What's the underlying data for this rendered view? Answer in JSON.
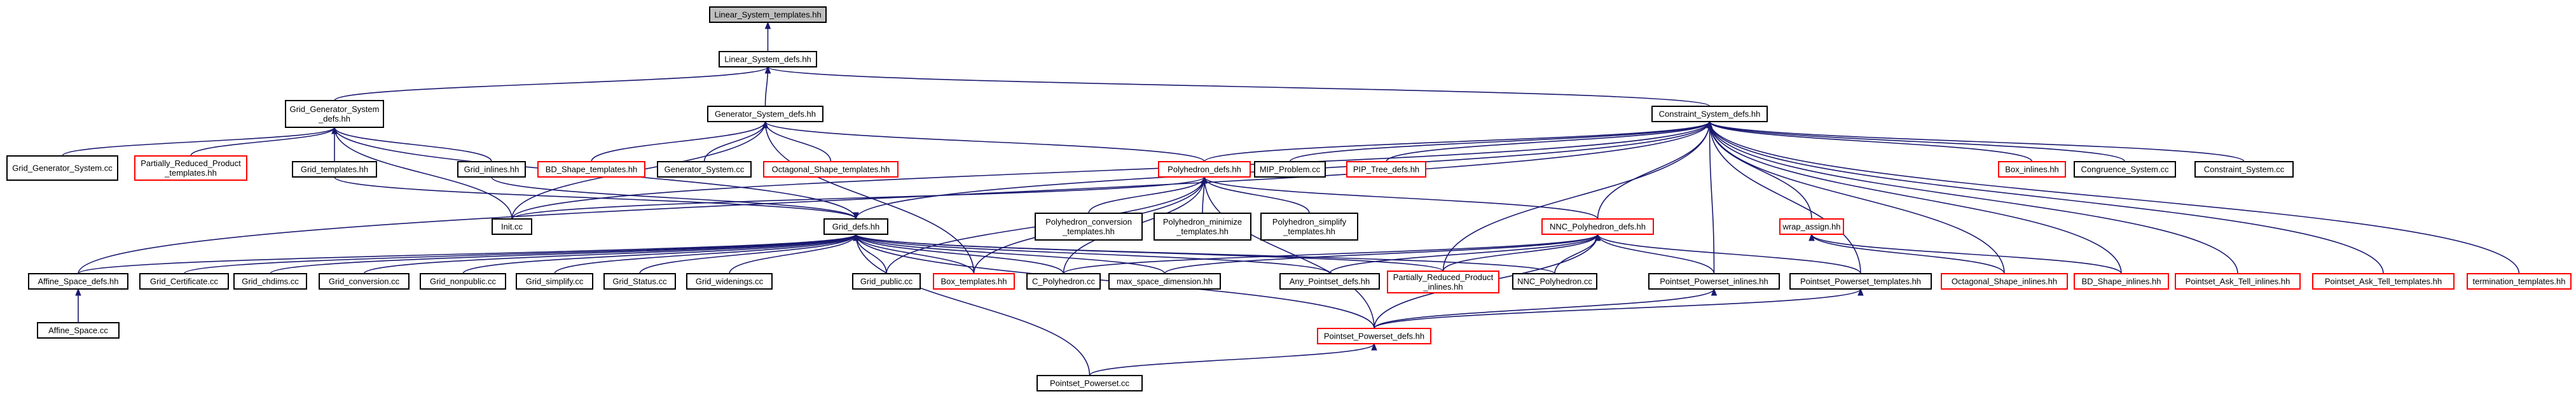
{
  "graph": {
    "colors": {
      "edge": "#191970",
      "border_default": "#000000",
      "border_missing": "#ff0000",
      "fill_default": "#ffffff",
      "fill_highlight": "#bfbfbf",
      "text": "#000000"
    },
    "nodes": [
      {
        "id": "n_linear_templates",
        "lines": [
          "Linear_System_templates.hh"
        ],
        "style": "highlight"
      },
      {
        "id": "n_linear_defs",
        "lines": [
          "Linear_System_defs.hh"
        ],
        "style": "default"
      },
      {
        "id": "n_grid_gen_sys",
        "lines": [
          "Grid_Generator_System",
          "_defs.hh"
        ],
        "style": "default"
      },
      {
        "id": "n_gen_sys_defs",
        "lines": [
          "Generator_System_defs.hh"
        ],
        "style": "default"
      },
      {
        "id": "n_con_sys_defs",
        "lines": [
          "Constraint_System_defs.hh"
        ],
        "style": "default"
      },
      {
        "id": "n_grid_gen_sys_cc",
        "lines": [
          "Grid_Generator_System.cc"
        ],
        "style": "default"
      },
      {
        "id": "n_prp_templates",
        "lines": [
          "Partially_Reduced_Product",
          "_templates.hh"
        ],
        "style": "missing"
      },
      {
        "id": "n_grid_templates",
        "lines": [
          "Grid_templates.hh"
        ],
        "style": "default"
      },
      {
        "id": "n_grid_inlines",
        "lines": [
          "Grid_inlines.hh"
        ],
        "style": "default"
      },
      {
        "id": "n_bd_shape_templates",
        "lines": [
          "BD_Shape_templates.hh"
        ],
        "style": "missing"
      },
      {
        "id": "n_gen_sys_cc",
        "lines": [
          "Generator_System.cc"
        ],
        "style": "default"
      },
      {
        "id": "n_oct_templates",
        "lines": [
          "Octagonal_Shape_templates.hh"
        ],
        "style": "missing"
      },
      {
        "id": "n_poly_defs",
        "lines": [
          "Polyhedron_defs.hh"
        ],
        "style": "missing"
      },
      {
        "id": "n_mip_problem",
        "lines": [
          "MIP_Problem.cc"
        ],
        "style": "default"
      },
      {
        "id": "n_pip_tree",
        "lines": [
          "PIP_Tree_defs.hh"
        ],
        "style": "missing"
      },
      {
        "id": "n_box_inlines",
        "lines": [
          "Box_inlines.hh"
        ],
        "style": "missing"
      },
      {
        "id": "n_congruence_sys",
        "lines": [
          "Congruence_System.cc"
        ],
        "style": "default"
      },
      {
        "id": "n_con_sys_cc",
        "lines": [
          "Constraint_System.cc"
        ],
        "style": "default"
      },
      {
        "id": "n_poly_conv",
        "lines": [
          "Polyhedron_conversion",
          "_templates.hh"
        ],
        "style": "default"
      },
      {
        "id": "n_poly_min",
        "lines": [
          "Polyhedron_minimize",
          "_templates.hh"
        ],
        "style": "default"
      },
      {
        "id": "n_poly_simp",
        "lines": [
          "Polyhedron_simplify",
          "_templates.hh"
        ],
        "style": "default"
      },
      {
        "id": "n_init_cc",
        "lines": [
          "Init.cc"
        ],
        "style": "default"
      },
      {
        "id": "n_grid_defs",
        "lines": [
          "Grid_defs.hh"
        ],
        "style": "default"
      },
      {
        "id": "n_nnc_defs",
        "lines": [
          "NNC_Polyhedron_defs.hh"
        ],
        "style": "missing"
      },
      {
        "id": "n_wrap_assign",
        "lines": [
          "wrap_assign.hh"
        ],
        "style": "missing"
      },
      {
        "id": "n_affine_space_defs",
        "lines": [
          "Affine_Space_defs.hh"
        ],
        "style": "default"
      },
      {
        "id": "n_grid_certificate",
        "lines": [
          "Grid_Certificate.cc"
        ],
        "style": "default"
      },
      {
        "id": "n_grid_chdims",
        "lines": [
          "Grid_chdims.cc"
        ],
        "style": "default"
      },
      {
        "id": "n_grid_conversion",
        "lines": [
          "Grid_conversion.cc"
        ],
        "style": "default"
      },
      {
        "id": "n_grid_nonpublic",
        "lines": [
          "Grid_nonpublic.cc"
        ],
        "style": "default"
      },
      {
        "id": "n_grid_simplify",
        "lines": [
          "Grid_simplify.cc"
        ],
        "style": "default"
      },
      {
        "id": "n_grid_status",
        "lines": [
          "Grid_Status.cc"
        ],
        "style": "default"
      },
      {
        "id": "n_grid_widenings",
        "lines": [
          "Grid_widenings.cc"
        ],
        "style": "default"
      },
      {
        "id": "n_grid_public",
        "lines": [
          "Grid_public.cc"
        ],
        "style": "default"
      },
      {
        "id": "n_box_templates",
        "lines": [
          "Box_templates.hh"
        ],
        "style": "missing"
      },
      {
        "id": "n_c_polyhedron",
        "lines": [
          "C_Polyhedron.cc"
        ],
        "style": "default"
      },
      {
        "id": "n_max_space",
        "lines": [
          "max_space_dimension.hh"
        ],
        "style": "default"
      },
      {
        "id": "n_any_pointset",
        "lines": [
          "Any_Pointset_defs.hh"
        ],
        "style": "default"
      },
      {
        "id": "n_prp_inlines",
        "lines": [
          "Partially_Reduced_Product",
          "_inlines.hh"
        ],
        "style": "missing"
      },
      {
        "id": "n_nnc_polyhedron",
        "lines": [
          "NNC_Polyhedron.cc"
        ],
        "style": "default"
      },
      {
        "id": "n_ppw_inlines",
        "lines": [
          "Pointset_Powerset_inlines.hh"
        ],
        "style": "default"
      },
      {
        "id": "n_ppw_templates",
        "lines": [
          "Pointset_Powerset_templates.hh"
        ],
        "style": "default"
      },
      {
        "id": "n_oct_inlines",
        "lines": [
          "Octagonal_Shape_inlines.hh"
        ],
        "style": "missing"
      },
      {
        "id": "n_bd_shape_inlines",
        "lines": [
          "BD_Shape_inlines.hh"
        ],
        "style": "missing"
      },
      {
        "id": "n_pat_inlines",
        "lines": [
          "Pointset_Ask_Tell_inlines.hh"
        ],
        "style": "missing"
      },
      {
        "id": "n_pat_templates",
        "lines": [
          "Pointset_Ask_Tell_templates.hh"
        ],
        "style": "missing"
      },
      {
        "id": "n_termination",
        "lines": [
          "termination_templates.hh"
        ],
        "style": "missing"
      },
      {
        "id": "n_affine_space_cc",
        "lines": [
          "Affine_Space.cc"
        ],
        "style": "default"
      },
      {
        "id": "n_ppw_defs",
        "lines": [
          "Pointset_Powerset_defs.hh"
        ],
        "style": "missing"
      },
      {
        "id": "n_ppw_cc",
        "lines": [
          "Pointset_Powerset.cc"
        ],
        "style": "default"
      }
    ],
    "edges": [
      {
        "from": "n_linear_defs",
        "to": "n_linear_templates"
      },
      {
        "from": "n_grid_gen_sys",
        "to": "n_linear_defs"
      },
      {
        "from": "n_gen_sys_defs",
        "to": "n_linear_defs"
      },
      {
        "from": "n_con_sys_defs",
        "to": "n_linear_defs"
      },
      {
        "from": "n_grid_gen_sys_cc",
        "to": "n_grid_gen_sys"
      },
      {
        "from": "n_prp_templates",
        "to": "n_grid_gen_sys"
      },
      {
        "from": "n_grid_templates",
        "to": "n_grid_gen_sys"
      },
      {
        "from": "n_grid_inlines",
        "to": "n_grid_gen_sys"
      },
      {
        "from": "n_init_cc",
        "to": "n_grid_gen_sys"
      },
      {
        "from": "n_grid_defs",
        "to": "n_grid_gen_sys"
      },
      {
        "from": "n_bd_shape_templates",
        "to": "n_gen_sys_defs"
      },
      {
        "from": "n_gen_sys_cc",
        "to": "n_gen_sys_defs"
      },
      {
        "from": "n_oct_templates",
        "to": "n_gen_sys_defs"
      },
      {
        "from": "n_poly_defs",
        "to": "n_gen_sys_defs"
      },
      {
        "from": "n_init_cc",
        "to": "n_gen_sys_defs"
      },
      {
        "from": "n_box_templates",
        "to": "n_gen_sys_defs"
      },
      {
        "from": "n_poly_defs",
        "to": "n_con_sys_defs"
      },
      {
        "from": "n_mip_problem",
        "to": "n_con_sys_defs"
      },
      {
        "from": "n_pip_tree",
        "to": "n_con_sys_defs"
      },
      {
        "from": "n_box_inlines",
        "to": "n_con_sys_defs"
      },
      {
        "from": "n_congruence_sys",
        "to": "n_con_sys_defs"
      },
      {
        "from": "n_con_sys_cc",
        "to": "n_con_sys_defs"
      },
      {
        "from": "n_init_cc",
        "to": "n_con_sys_defs"
      },
      {
        "from": "n_grid_defs",
        "to": "n_con_sys_defs"
      },
      {
        "from": "n_nnc_defs",
        "to": "n_con_sys_defs"
      },
      {
        "from": "n_wrap_assign",
        "to": "n_con_sys_defs"
      },
      {
        "from": "n_affine_space_defs",
        "to": "n_con_sys_defs"
      },
      {
        "from": "n_prp_inlines",
        "to": "n_con_sys_defs"
      },
      {
        "from": "n_ppw_inlines",
        "to": "n_con_sys_defs"
      },
      {
        "from": "n_ppw_templates",
        "to": "n_con_sys_defs"
      },
      {
        "from": "n_oct_inlines",
        "to": "n_con_sys_defs"
      },
      {
        "from": "n_bd_shape_inlines",
        "to": "n_con_sys_defs"
      },
      {
        "from": "n_pat_inlines",
        "to": "n_con_sys_defs"
      },
      {
        "from": "n_pat_templates",
        "to": "n_con_sys_defs"
      },
      {
        "from": "n_termination",
        "to": "n_con_sys_defs"
      },
      {
        "from": "n_grid_templates",
        "to": "n_grid_defs"
      },
      {
        "from": "n_grid_inlines",
        "to": "n_grid_defs"
      },
      {
        "from": "n_poly_conv",
        "to": "n_poly_defs"
      },
      {
        "from": "n_poly_min",
        "to": "n_poly_defs"
      },
      {
        "from": "n_poly_simp",
        "to": "n_poly_defs"
      },
      {
        "from": "n_init_cc",
        "to": "n_poly_defs"
      },
      {
        "from": "n_grid_public",
        "to": "n_poly_defs"
      },
      {
        "from": "n_box_templates",
        "to": "n_poly_defs"
      },
      {
        "from": "n_nnc_defs",
        "to": "n_poly_defs"
      },
      {
        "from": "n_ppw_defs",
        "to": "n_poly_defs"
      },
      {
        "from": "n_c_polyhedron",
        "to": "n_poly_defs"
      },
      {
        "from": "n_affine_space_defs",
        "to": "n_grid_defs"
      },
      {
        "from": "n_grid_certificate",
        "to": "n_grid_defs"
      },
      {
        "from": "n_grid_chdims",
        "to": "n_grid_defs"
      },
      {
        "from": "n_grid_conversion",
        "to": "n_grid_defs"
      },
      {
        "from": "n_grid_nonpublic",
        "to": "n_grid_defs"
      },
      {
        "from": "n_grid_simplify",
        "to": "n_grid_defs"
      },
      {
        "from": "n_grid_status",
        "to": "n_grid_defs"
      },
      {
        "from": "n_grid_widenings",
        "to": "n_grid_defs"
      },
      {
        "from": "n_grid_public",
        "to": "n_grid_defs"
      },
      {
        "from": "n_box_templates",
        "to": "n_grid_defs"
      },
      {
        "from": "n_c_polyhedron",
        "to": "n_grid_defs"
      },
      {
        "from": "n_max_space",
        "to": "n_grid_defs"
      },
      {
        "from": "n_any_pointset",
        "to": "n_grid_defs"
      },
      {
        "from": "n_prp_inlines",
        "to": "n_grid_defs"
      },
      {
        "from": "n_nnc_polyhedron",
        "to": "n_grid_defs"
      },
      {
        "from": "n_ppw_defs",
        "to": "n_grid_defs"
      },
      {
        "from": "n_ppw_cc",
        "to": "n_grid_defs"
      },
      {
        "from": "n_c_polyhedron",
        "to": "n_nnc_defs"
      },
      {
        "from": "n_max_space",
        "to": "n_nnc_defs"
      },
      {
        "from": "n_any_pointset",
        "to": "n_nnc_defs"
      },
      {
        "from": "n_prp_inlines",
        "to": "n_nnc_defs"
      },
      {
        "from": "n_nnc_polyhedron",
        "to": "n_nnc_defs"
      },
      {
        "from": "n_ppw_inlines",
        "to": "n_nnc_defs"
      },
      {
        "from": "n_ppw_templates",
        "to": "n_nnc_defs"
      },
      {
        "from": "n_ppw_defs",
        "to": "n_nnc_defs"
      },
      {
        "from": "n_oct_inlines",
        "to": "n_wrap_assign"
      },
      {
        "from": "n_bd_shape_inlines",
        "to": "n_wrap_assign"
      },
      {
        "from": "n_affine_space_cc",
        "to": "n_affine_space_defs"
      },
      {
        "from": "n_ppw_defs",
        "to": "n_ppw_inlines"
      },
      {
        "from": "n_ppw_defs",
        "to": "n_ppw_templates"
      },
      {
        "from": "n_ppw_cc",
        "to": "n_ppw_defs"
      }
    ]
  }
}
